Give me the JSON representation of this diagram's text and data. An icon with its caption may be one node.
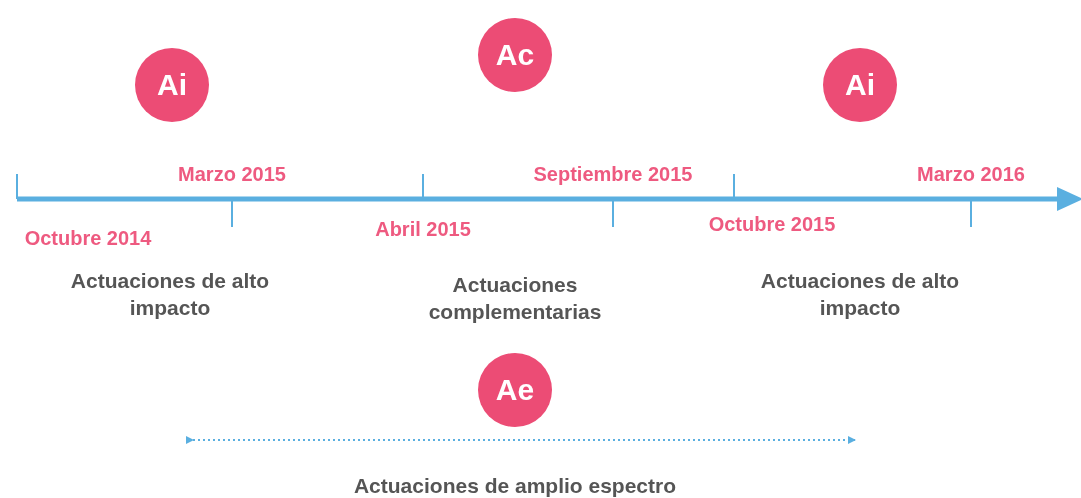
{
  "diagram": {
    "nodes": [
      {
        "text": [
          "Ai"
        ]
      },
      {
        "text": [
          "Ac"
        ]
      },
      {
        "text": [
          "Ai"
        ]
      },
      {
        "text": [
          "Ae"
        ]
      }
    ],
    "labels": [
      "Marzo 2015",
      "Septiembre 2015",
      "Marzo 2016",
      "Octubre 2014",
      "Abril 2015",
      "Octubre 2015",
      "Actuaciones de alto impacto",
      "Actuaciones complementarias",
      "Actuaciones de alto impacto",
      "Actuaciones de amplio espectro"
    ]
  }
}
